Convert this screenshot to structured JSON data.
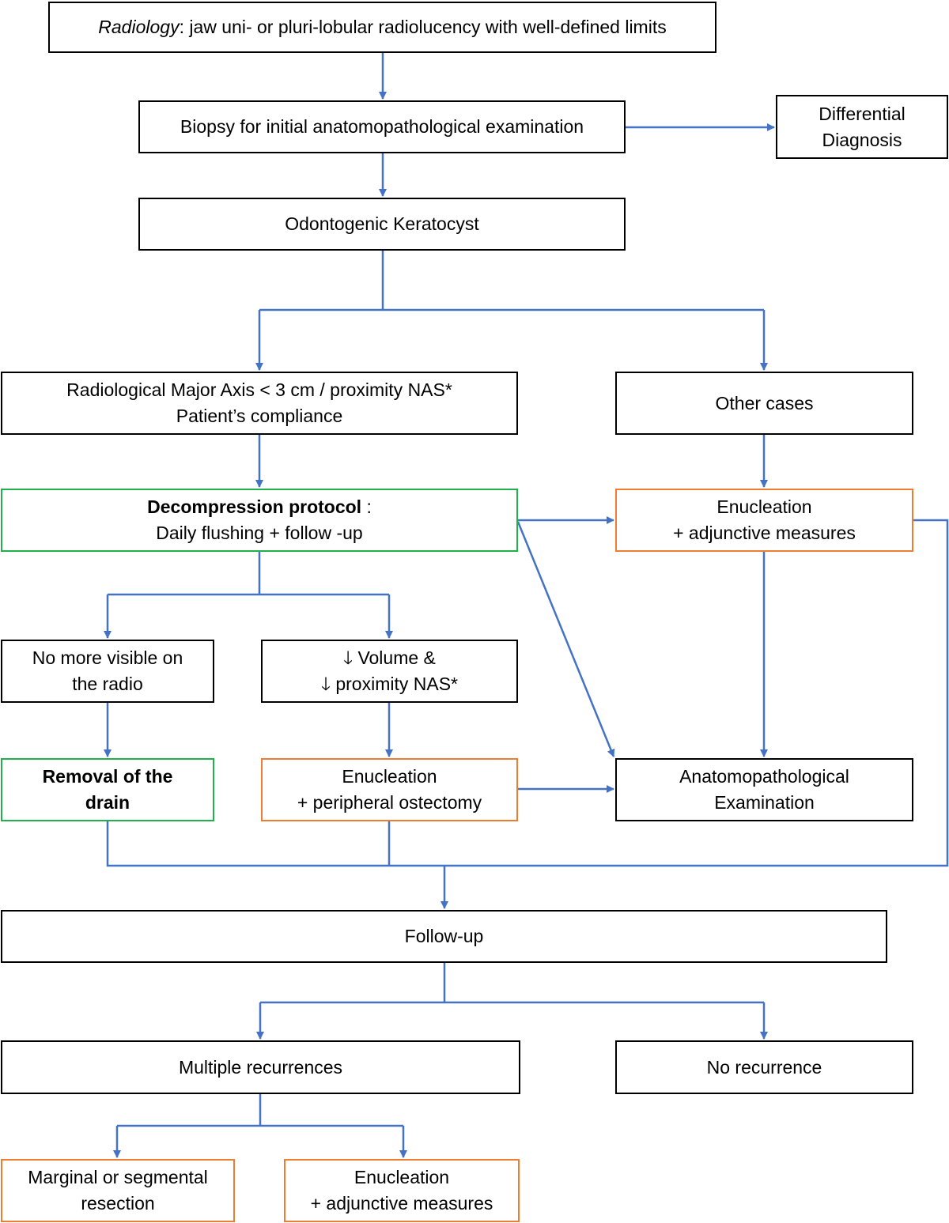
{
  "colors": {
    "arrow": "#4472c4",
    "default_border": "#000000",
    "green_border": "#21b14b",
    "orange_border": "#ed7d31"
  },
  "nodes": {
    "radiology": {
      "italic_part": "Radiology",
      "rest": ": jaw uni- or pluri-lobular radiolucency with well-defined limits"
    },
    "biopsy": {
      "line1": "Biopsy for initial anatomopathological examination"
    },
    "differential": {
      "line1": "Differential",
      "line2": "Diagnosis"
    },
    "okc": {
      "line1": "Odontogenic Keratocyst"
    },
    "criteria": {
      "line1": "Radiological Major Axis < 3 cm / proximity NAS*",
      "line2": "Patient’s compliance"
    },
    "other_cases": {
      "line1": "Other cases"
    },
    "decompression": {
      "bold_part": "Decompression protocol",
      "rest": " :",
      "line2": "Daily flushing + follow -up"
    },
    "enucleation_top": {
      "line1": "Enucleation",
      "line2": "+ adjunctive measures"
    },
    "no_more_visible": {
      "line1": "No more visible on",
      "line2": "the radio"
    },
    "volume": {
      "line1": "🡓  Volume &",
      "line2": "🡓 proximity NAS*"
    },
    "removal": {
      "line1": "Removal of the",
      "line2": "drain"
    },
    "enucleation_mid": {
      "line1": "Enucleation",
      "line2": "+ peripheral ostectomy"
    },
    "anatomo": {
      "line1": "Anatomopathological",
      "line2": "Examination"
    },
    "followup": {
      "line1": "Follow-up"
    },
    "multiple": {
      "line1": "Multiple recurrences"
    },
    "no_recurrence": {
      "line1": "No recurrence"
    },
    "resection": {
      "line1": "Marginal or segmental",
      "line2": "resection"
    },
    "enucleation_bottom": {
      "line1": "Enucleation",
      "line2": "+ adjunctive measures"
    }
  }
}
